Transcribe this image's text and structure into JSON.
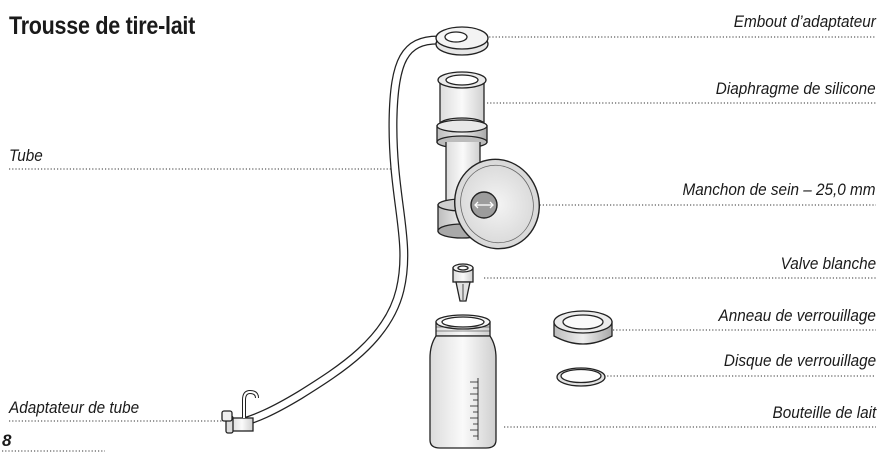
{
  "title": "Trousse de tire-lait",
  "page_number": "8",
  "labels": {
    "adapter_cap": "Embout d’adaptateur",
    "silicone_diaphragm": "Diaphragme de silicone",
    "tube": "Tube",
    "breast_shield": "Manchon de sein – 25,0 mm",
    "white_valve": "Valve blanche",
    "locking_ring": "Anneau de verrouillage",
    "locking_disc": "Disque de verrouillage",
    "tube_adapter": "Adaptateur de tube",
    "milk_bottle": "Bouteille de lait"
  }
}
